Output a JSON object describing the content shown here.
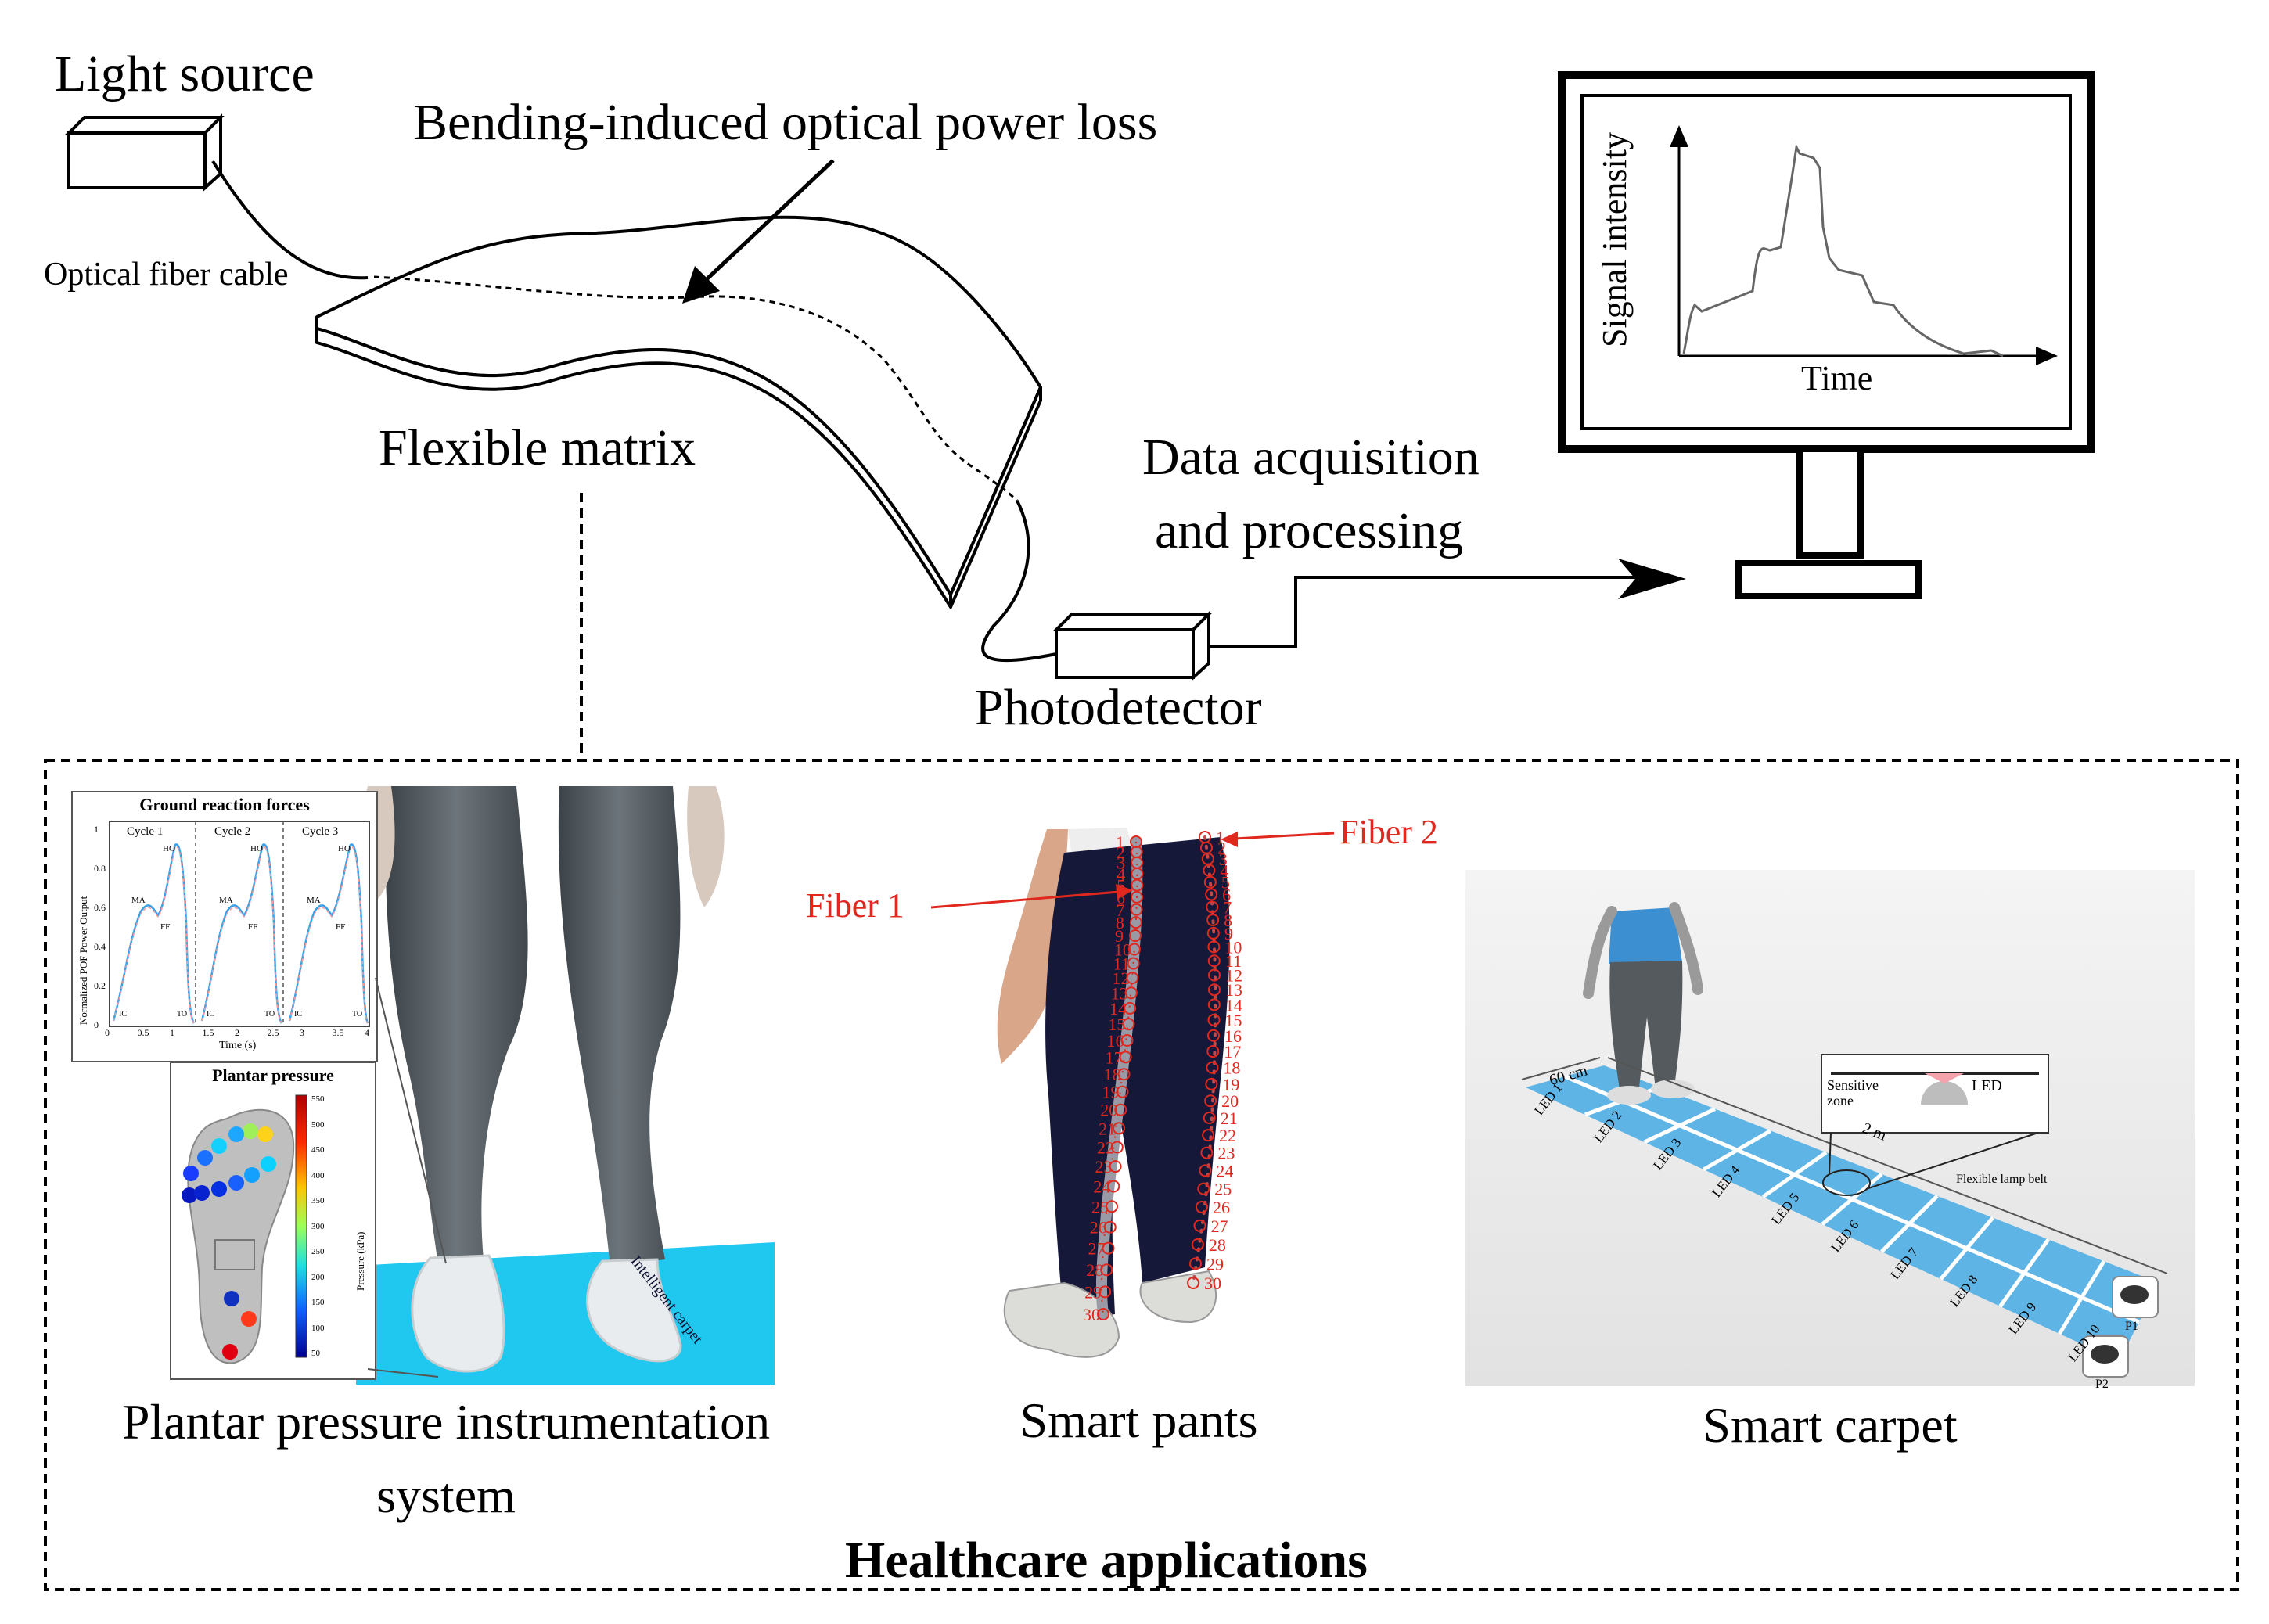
{
  "top": {
    "light_source": "Light source",
    "bending_loss": "Bending-induced optical power loss",
    "fiber_cable": "Optical fiber cable",
    "flexible_matrix": "Flexible matrix",
    "daq_line1": "Data acquisition",
    "daq_line2": "and processing",
    "photodetector": "Photodetector",
    "monitor": {
      "ylabel": "Signal intensity",
      "xlabel": "Time"
    }
  },
  "apps": {
    "title": "Healthcare applications",
    "plantar": {
      "caption_line1": "Plantar pressure instrumentation",
      "caption_line2": "system",
      "grf_title": "Ground reaction forces",
      "cycles": [
        "Cycle 1",
        "Cycle 2",
        "Cycle 3"
      ],
      "grf_ylabel": "Normalized POF Power Output",
      "grf_xlabel": "Time (s)",
      "grf_xticks": [
        "0",
        "0.5",
        "1",
        "1.5",
        "2",
        "2.5",
        "3",
        "3.5",
        "4"
      ],
      "grf_yticks": [
        "0",
        "0.2",
        "0.4",
        "0.6",
        "0.8",
        "1"
      ],
      "grf_markers": [
        "HO",
        "MA",
        "FF",
        "IC",
        "TO"
      ],
      "pp_title": "Plantar pressure",
      "pp_ticks": [
        "550",
        "500",
        "450",
        "400",
        "350",
        "300",
        "250",
        "200",
        "150",
        "100",
        "50"
      ],
      "pp_unit": "Pressure (kPa)",
      "carpet_text": "Intelligent carpet"
    },
    "pants": {
      "caption": "Smart pants",
      "fiber1": "Fiber 1",
      "fiber2": "Fiber 2"
    },
    "carpet": {
      "caption": "Smart carpet",
      "dim_width": "60 cm",
      "dim_length": "2 m",
      "sensitive_zone": "Sensitive zone",
      "led": "LED",
      "lamp_belt": "Flexible lamp belt",
      "leds": [
        "LED 1",
        "LED 2",
        "LED 3",
        "LED 4",
        "LED 5",
        "LED 6",
        "LED 7",
        "LED 8",
        "LED 9",
        "LED 10"
      ],
      "p1": "P1",
      "p2": "P2"
    }
  },
  "colors": {
    "fiber_red": "#e0281f",
    "carpet_blue": "#5fb4e6",
    "mat_cyan": "#20c8f0",
    "legging": "#5a6268",
    "pants_navy": "#16183a"
  }
}
